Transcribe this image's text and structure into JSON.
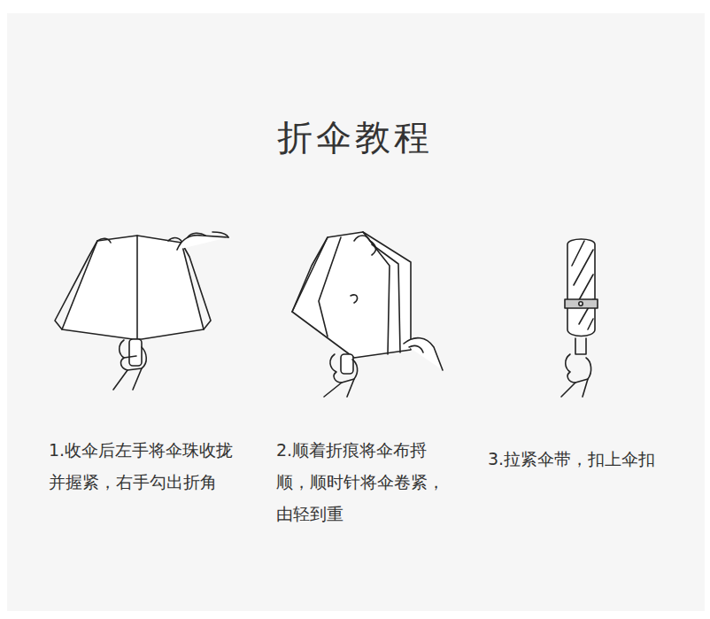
{
  "diagram": {
    "title": "折伞教程",
    "labels": [
      "1.收伞后左手将伞珠收拢并握紧，右手勾出折角",
      "2.顺着折痕将伞布捋顺，顺时针将伞卷紧，由轻到重",
      "3.拉紧伞带，扣上伞扣"
    ]
  }
}
